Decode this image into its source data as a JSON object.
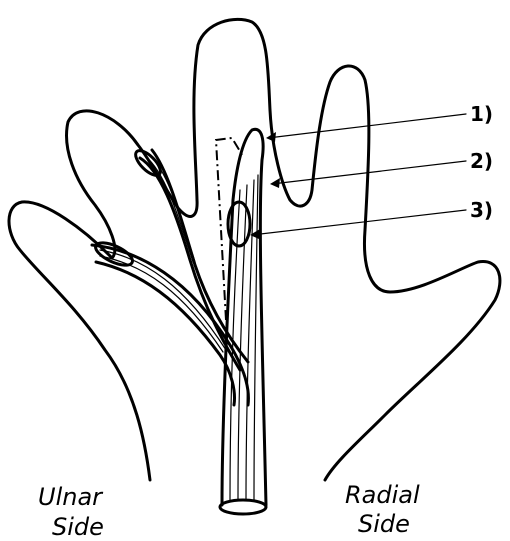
{
  "labels": {
    "marker_1": "1)",
    "marker_2": "2)",
    "marker_3": "3)",
    "ulnar_line1": "Ulnar",
    "ulnar_line2": "Side",
    "radial_line1": "Radial",
    "radial_line2": "Side"
  }
}
